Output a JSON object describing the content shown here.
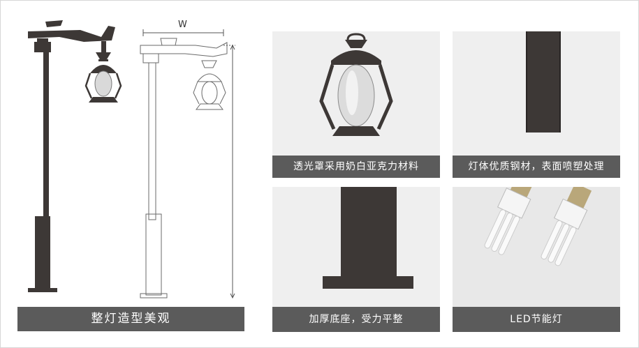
{
  "diagram": {
    "width_label": "W",
    "caption": "整灯造型美观"
  },
  "panels": [
    {
      "id": "lantern",
      "caption": "透光罩采用奶白亚克力材料"
    },
    {
      "id": "pole",
      "caption": "灯体优质钢材，表面喷塑处理"
    },
    {
      "id": "base",
      "caption": "加厚底座，受力平整"
    },
    {
      "id": "bulbs",
      "caption": "LED节能灯"
    }
  ],
  "colors": {
    "caption_bg": "#5b5b5b",
    "caption_text": "#ffffff",
    "panel_bg": "#efefef",
    "metal": "#3d3836"
  }
}
